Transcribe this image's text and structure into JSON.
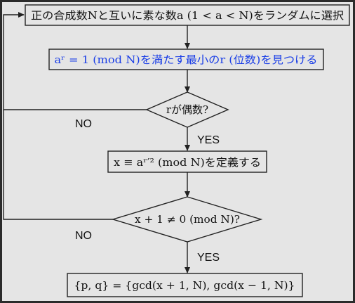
{
  "flowchart": {
    "step1": "正の合成数Nと互いに素な数a (1 < a < N)をランダムに選択",
    "step2": "aʳ = 1 (mod N)を満たす最小のr (位数)を見つける",
    "decision1": "rが偶数?",
    "step3": "x ≡ aʳ′² (mod N)を定義する",
    "decision2": "x + 1 ≠ 0 (mod N)?",
    "result": "{p, q} = {gcd(x + 1, N), gcd(x − 1, N)}",
    "no_label_1": "NO",
    "yes_label_1": "YES",
    "no_label_2": "NO",
    "yes_label_2": "YES"
  },
  "colors": {
    "highlight_text": "#1a3ee6",
    "background": "#e5e5e5",
    "outer_border": "#2b2b2b"
  }
}
